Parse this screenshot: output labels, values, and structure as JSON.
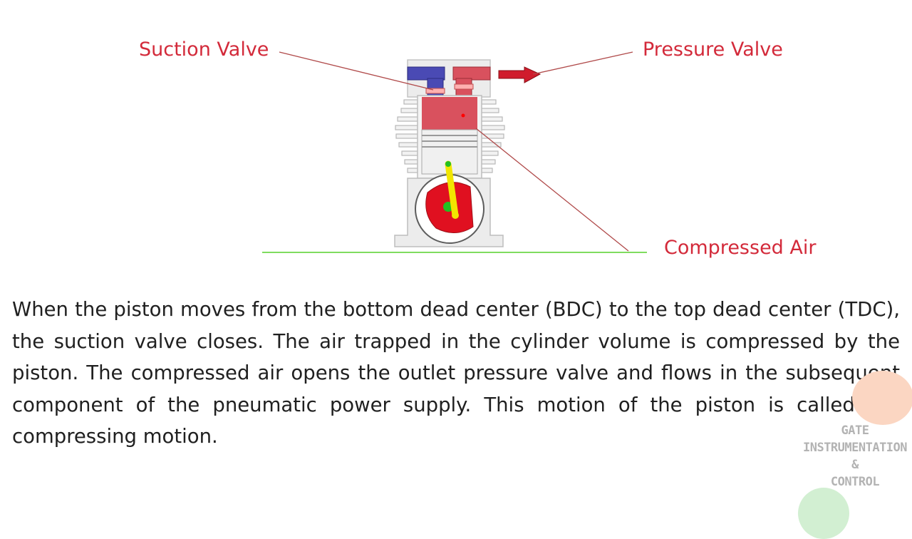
{
  "labels": {
    "suction_valve": "Suction Valve",
    "pressure_valve": "Pressure Valve",
    "compressed_air": "Compressed Air"
  },
  "paragraph": "When the piston moves from the bottom dead center (BDC) to the top dead center (TDC), the suction valve closes. The air trapped in the cylinder volume is compressed by the piston. The compressed air opens the outlet pressure valve and flows in the subsequent component of the pneumatic power supply. This motion of the piston is called the compressing motion.",
  "watermark": {
    "line1": "GATE",
    "line2": "INSTRUMENTATION",
    "line3": "&",
    "line4": "CONTROL"
  },
  "colors": {
    "label_red": "#d32a3a",
    "leader_line": "#b04a4a",
    "ground_line": "#7fdc5f",
    "cylinder_red": "#d9515e",
    "suction_blue": "#4a4ab4",
    "connecting_rod": "#f2e600",
    "pin_green": "#22c022"
  }
}
